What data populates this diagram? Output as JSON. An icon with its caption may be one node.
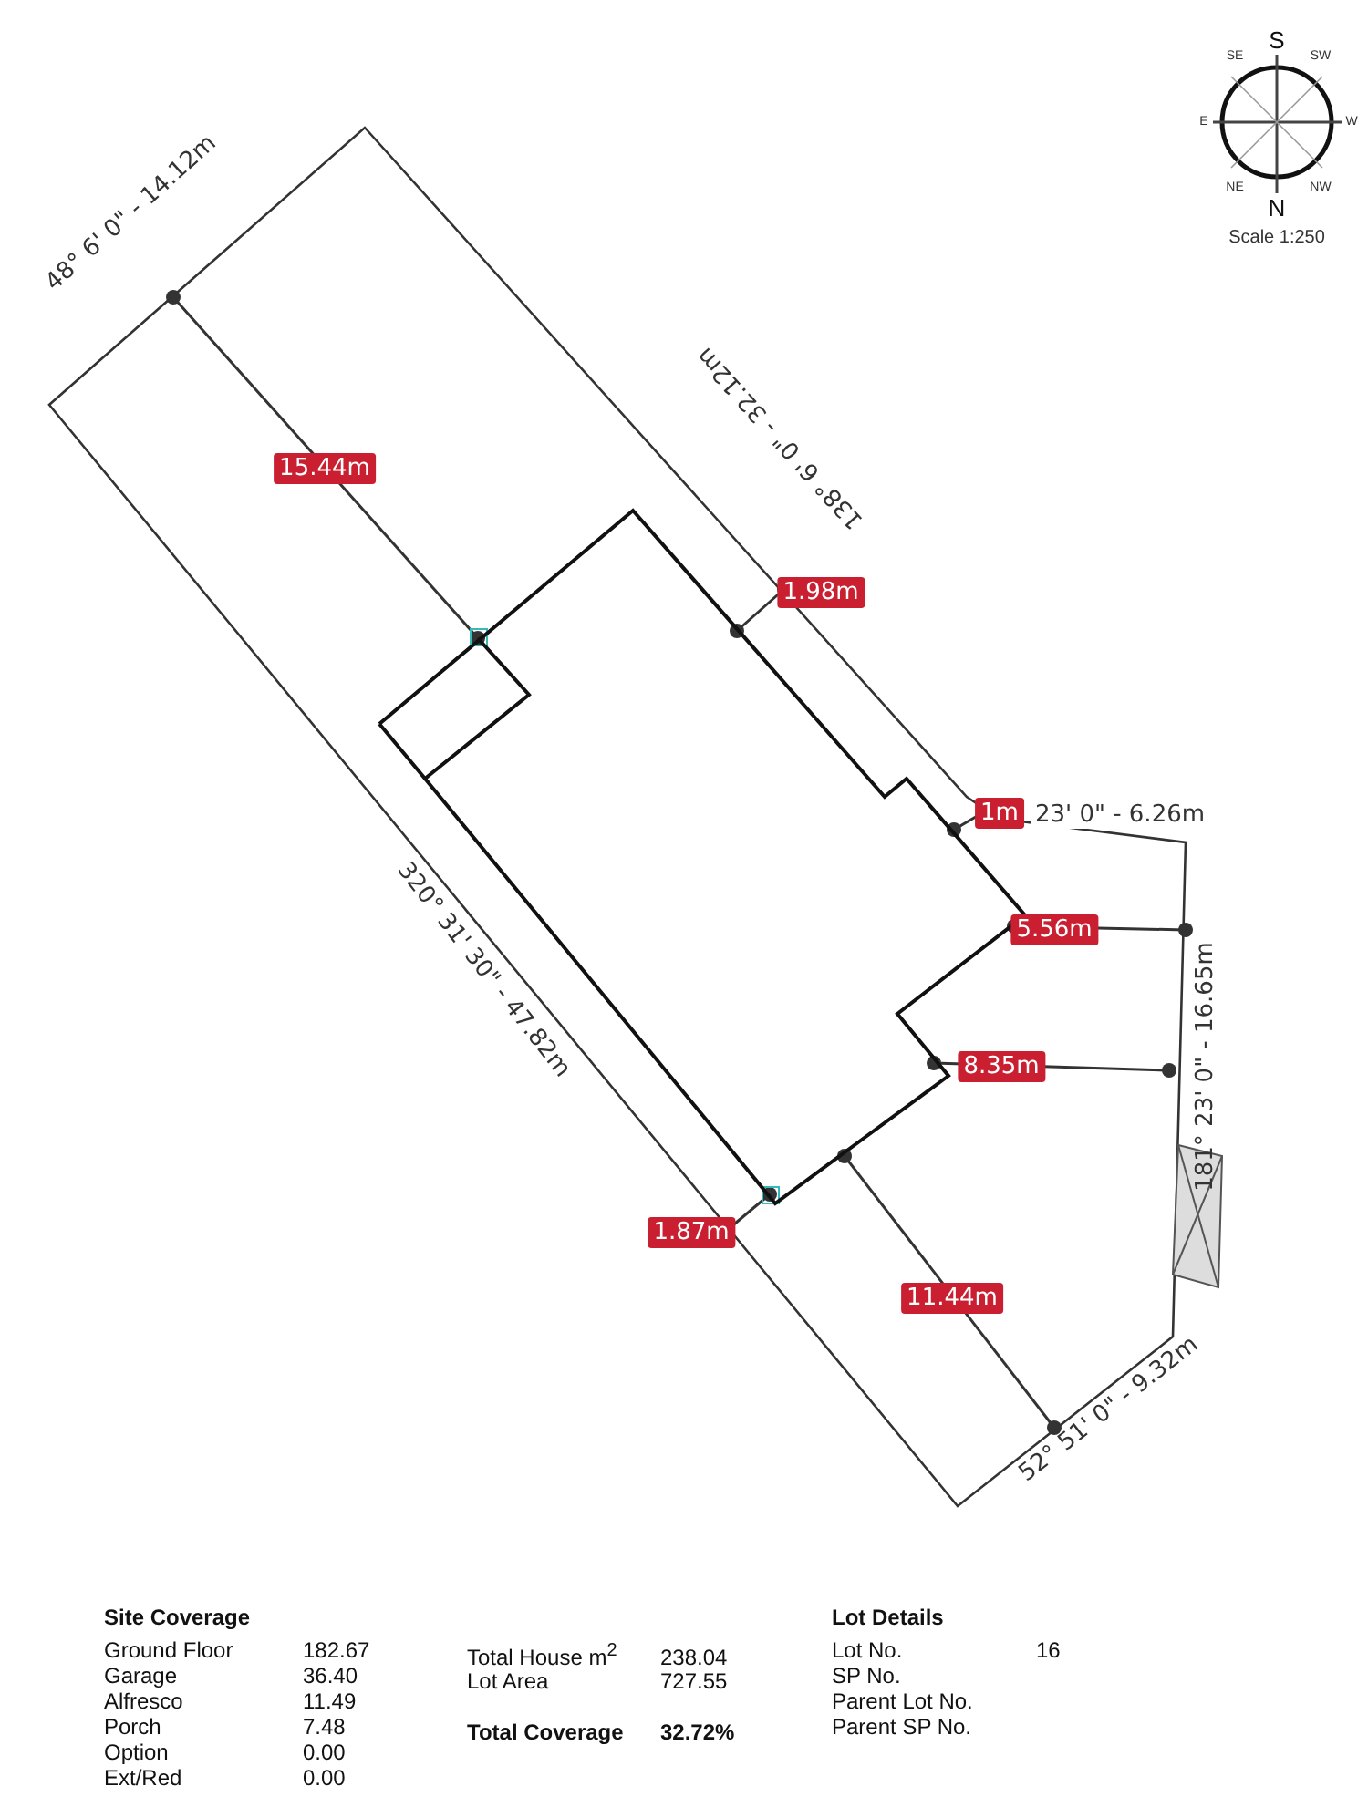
{
  "diagram": {
    "nodes": [
      {
        "text": [],
        "shape": "box"
      }
    ],
    "edges": [],
    "labels": [
      "S",
      "SE",
      "SW",
      "E",
      "W",
      "NE",
      "NW",
      "N",
      "Scale 1:250",
      "48° 6' 0\" - 14.12m",
      "15.44m",
      "138° 6' 0\" - 32.12m",
      "1.98m",
      "1m",
      "23' 0\" - 6.26m",
      "5.56m",
      "320° 31' 30\" - 47.82m",
      "181° 23' 0\" - 16.65m",
      "8.35m",
      "1.87m",
      "11.44m",
      "52° 51' 0\" - 9.32m",
      "Site Coverage",
      "Lot Details",
      "Ground Floor",
      "182.67",
      "Total House m$^{2}$",
      "238.04",
      "Lot No.",
      "16",
      "Garage",
      "36.40",
      "Lot Area",
      "727.55",
      "SP No.",
      "Alfresco",
      "11.49",
      "Parent Lot No.",
      "Porch",
      "7.48",
      "Total Coverage",
      "32.72%",
      "Parent SP No.",
      "Option",
      "0.00",
      "Ext/Red",
      "0.00"
    ]
  }
}
